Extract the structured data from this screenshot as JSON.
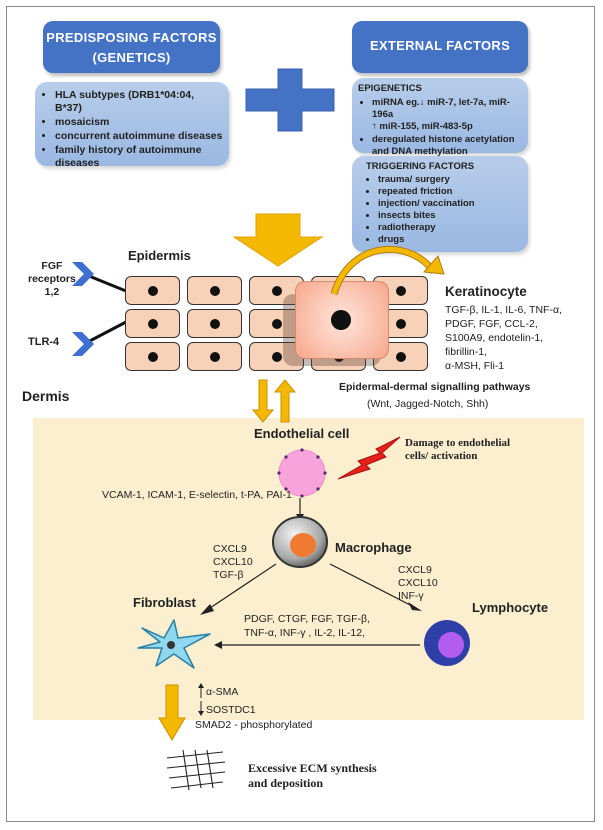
{
  "headers": {
    "predisposing_line1": "PREDISPOSING FACTORS",
    "predisposing_line2": "(GENETICS)",
    "external": "EXTERNAL FACTORS"
  },
  "genetics_items": [
    "HLA subtypes (DRB1*04:04, B*37)",
    "mosaicism",
    "concurrent autoimmune diseases",
    "family history of autoimmune diseases"
  ],
  "epigenetics": {
    "title": "EPIGENETICS",
    "item1_prefix": "miRNA eg.",
    "item1_down": "miR-7, let-7a, miR-196a",
    "item1_up": "miR-155, miR-483-5p",
    "item2": "deregulated histone acetylation and DNA methylation"
  },
  "triggering": {
    "title": "TRIGGERING FACTORS",
    "items": [
      "trauma/ surgery",
      "repeated friction",
      "injection/ vaccination",
      "insects bites",
      "radiotherapy",
      "drugs"
    ]
  },
  "epidermis": {
    "label": "Epidermis",
    "fgf_line1": "FGF",
    "fgf_line2": "receptors",
    "fgf_line3": "1,2",
    "tlr": "TLR-4"
  },
  "keratinocyte": {
    "title": "Keratinocyte",
    "lines": [
      "TGF-β, IL-1, IL-6, TNF-α,",
      "PDGF, FGF, CCL-2,",
      "S100A9, endotelin-1,",
      "fibrillin-1,",
      "α-MSH, Fli-1"
    ]
  },
  "signalling": {
    "title": "Epidermal-dermal signalling pathways",
    "sub": "(Wnt, Jagged-Notch, Shh)"
  },
  "dermis_label": "Dermis",
  "endothelial": {
    "label": "Endothelial cell",
    "damage_line1": "Damage to endothelial",
    "damage_line2": "cells/ activation",
    "markers": "VCAM-1, ICAM-1, E-selectin, t-PA, PAI-1"
  },
  "macrophage": {
    "label": "Macrophage",
    "left_cytokines": [
      "CXCL9",
      "CXCL10",
      "TGF-β"
    ],
    "right_cytokines": [
      "CXCL9",
      "CXCL10",
      "INF-γ"
    ]
  },
  "fibroblast": {
    "label": "Fibroblast"
  },
  "lymphocyte": {
    "label": "Lymphocyte",
    "cytokines_line1": "PDGF, CTGF, FGF, TGF-β,",
    "cytokines_line2": "TNF-α, INF-γ , IL-2, IL-12,"
  },
  "fibroblast_markers": {
    "sma": "α-SMA",
    "sostdc1": "SOSTDC1",
    "smad2": "SMAD2 - phosphorylated"
  },
  "ecm": {
    "line1": "Excessive ECM synthesis",
    "line2": "and deposition"
  },
  "colors": {
    "header_blue": "#4472c4",
    "box_blue": "#a9c3e6",
    "arrow_gold": "#f5b800",
    "cell_fill": "#f7d2b8",
    "dermis_bg": "#fbefcf",
    "endothelial_pink": "#f7a3dc",
    "lightning_red": "#e8201a",
    "fibroblast_cyan": "#8fd8ef",
    "lymphocyte_blue": "#2f3fa8",
    "lymphocyte_purple": "#b35df0",
    "macrophage_orange": "#f07a32"
  }
}
